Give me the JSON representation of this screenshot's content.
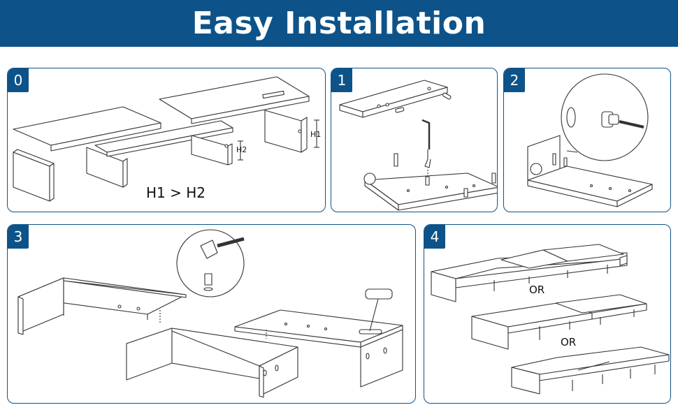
{
  "header": {
    "title": "Easy Installation"
  },
  "colors": {
    "brand": "#0d5389",
    "line": "#333333"
  },
  "steps": [
    {
      "number": "0",
      "caption": "H1 > H2",
      "dim_h1": "H1",
      "dim_h2": "H2"
    },
    {
      "number": "1"
    },
    {
      "number": "2"
    },
    {
      "number": "3"
    },
    {
      "number": "4",
      "alt_label_1": "OR",
      "alt_label_2": "OR"
    }
  ]
}
